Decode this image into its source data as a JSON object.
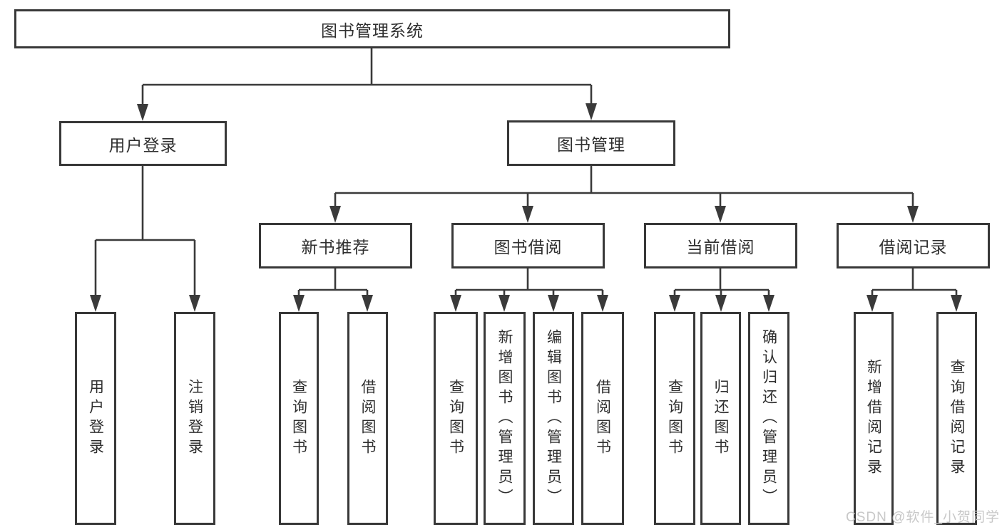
{
  "tree": {
    "label": "图书管理系统",
    "children": [
      {
        "label": "用户登录",
        "children": [
          {
            "label": "用户登录"
          },
          {
            "label": "注销登录"
          }
        ]
      },
      {
        "label": "图书管理",
        "children": [
          {
            "label": "新书推荐",
            "children": [
              {
                "label": "查询图书"
              },
              {
                "label": "借阅图书"
              }
            ]
          },
          {
            "label": "图书借阅",
            "children": [
              {
                "label": "查询图书"
              },
              {
                "label": "新增图书（管理员）"
              },
              {
                "label": "编辑图书（管理员）"
              },
              {
                "label": "借阅图书"
              }
            ]
          },
          {
            "label": "当前借阅",
            "children": [
              {
                "label": "查询图书"
              },
              {
                "label": "归还图书"
              },
              {
                "label": "确认归还（管理员）"
              }
            ]
          },
          {
            "label": "借阅记录",
            "children": [
              {
                "label": "新增借阅记录"
              },
              {
                "label": "查询借阅记录"
              }
            ]
          }
        ]
      }
    ]
  },
  "watermark": {
    "text": "CSDN @软件_小贺同学"
  },
  "colors": {
    "background": "#ffffff",
    "line": "#3a3a3a",
    "box_border": "#383838",
    "text": "#2f2f2f",
    "watermark": "#c8c8c8"
  }
}
